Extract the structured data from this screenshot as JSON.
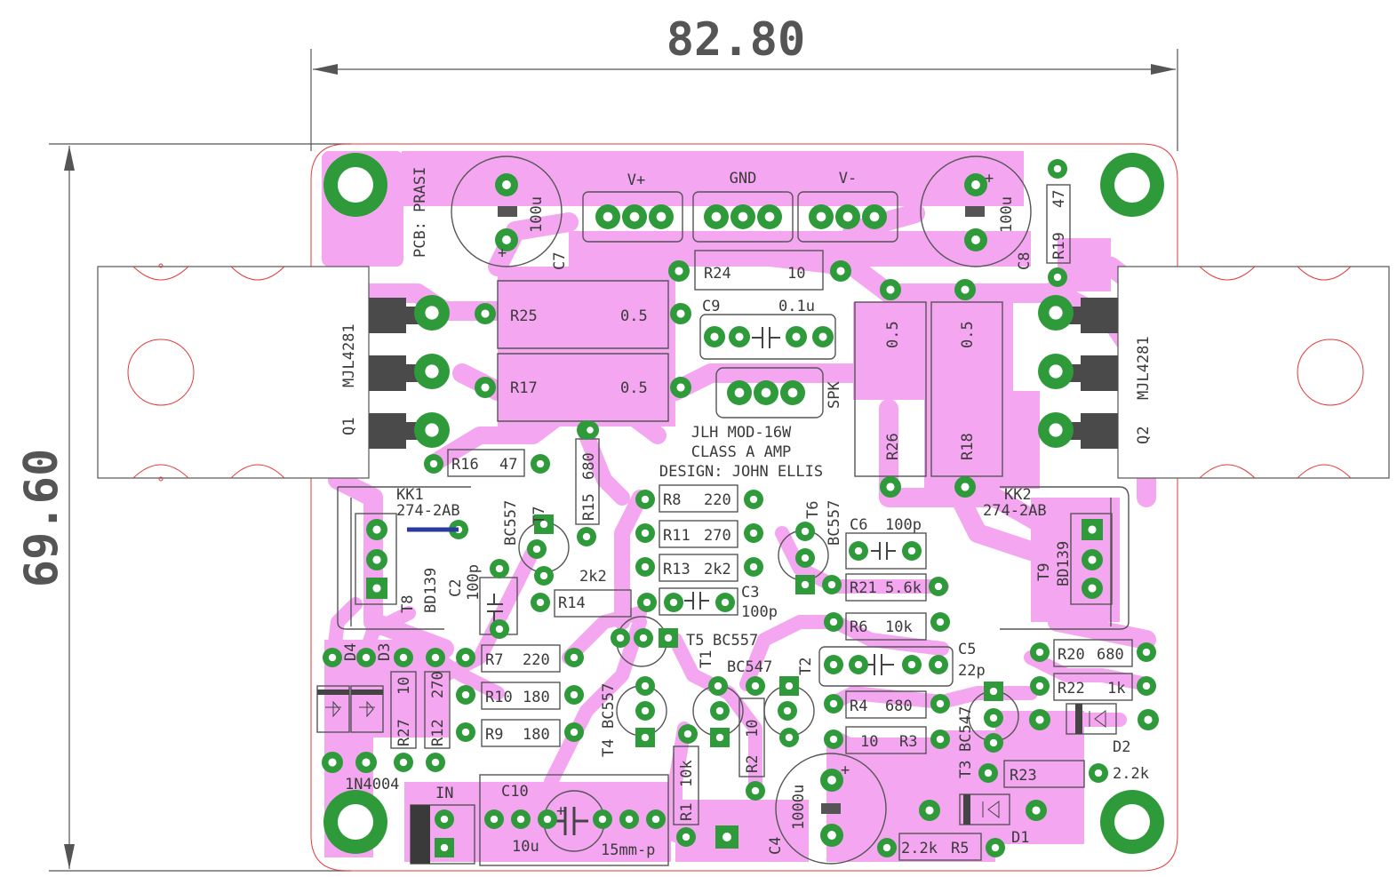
{
  "dimensions": {
    "width_label": "82.80",
    "height_label": "69.60"
  },
  "pcb_credit": "PCB: PRASI",
  "title": {
    "line1": "JLH MOD-16W",
    "line2": "CLASS A AMP",
    "line3": "DESIGN: JOHN ELLIS"
  },
  "power": {
    "vplus": "V+",
    "gnd": "GND",
    "vminus": "V-"
  },
  "connectors": {
    "spk": "SPK",
    "in": "IN"
  },
  "transistors": {
    "q1_ref": "Q1",
    "q1_part": "MJL4281",
    "q2_ref": "Q2",
    "q2_part": "MJL4281",
    "t1": "T1",
    "t1_part": "BC547",
    "t2": "T2",
    "t3": "T3",
    "t3_part": "BC547",
    "t4": "T4",
    "t4_part": "BC557",
    "t5": "T5",
    "t5_part": "BC557",
    "t6": "T6",
    "t6_part": "BC557",
    "t7": "T7",
    "t7_part": "BC557",
    "t8": "T8",
    "t8_part": "BD139",
    "t9": "T9",
    "t9_part": "BD139"
  },
  "heatsinks": {
    "kk1": "KK1",
    "kk1_part": "274-2AB",
    "kk2": "KK2",
    "kk2_part": "274-2AB"
  },
  "resistors": {
    "r1": "R1",
    "r1_val": "10k",
    "r2": "R2",
    "r2_val": "10",
    "r3": "R3",
    "r3_val": "10",
    "r4": "R4",
    "r4_val": "680",
    "r5": "R5",
    "r5_val": "2.2k",
    "r6": "R6",
    "r6_val": "10k",
    "r7": "R7",
    "r7_val": "220",
    "r8": "R8",
    "r8_val": "220",
    "r9": "R9",
    "r9_val": "180",
    "r10": "R10",
    "r10_val": "180",
    "r11": "R11",
    "r11_val": "270",
    "r12": "R12",
    "r12_val": "270",
    "r13": "R13",
    "r13_val": "2k2",
    "r14": "R14",
    "r14_val": "2k2",
    "r15": "R15",
    "r15_val": "680",
    "r16": "R16",
    "r16_val": "47",
    "r17": "R17",
    "r17_val": "0.5",
    "r18": "R18",
    "r18_val": "0.5",
    "r19": "R19",
    "r19_val": "47",
    "r20": "R20",
    "r20_val": "680",
    "r21": "R21",
    "r21_val": "5.6k",
    "r22": "R22",
    "r22_val": "1k",
    "r23": "R23",
    "r23_val": "2.2k",
    "r24": "R24",
    "r24_val": "10",
    "r25": "R25",
    "r25_val": "0.5",
    "r26": "R26",
    "r26_val": "0.5",
    "r27": "R27",
    "r27_val": "10"
  },
  "capacitors": {
    "c2": "C2",
    "c2_val": "100p",
    "c3": "C3",
    "c3_val": "100p",
    "c4": "C4",
    "c4_val": "1000u",
    "c5": "C5",
    "c5_val": "22p",
    "c6": "C6",
    "c6_val": "100p",
    "c7": "C7",
    "c7_val": "100u",
    "c8": "C8",
    "c8_val": "100u",
    "c9": "C9",
    "c9_val": "0.1u",
    "c10": "C10",
    "c10_val": "10u",
    "c10_pkg": "15mm-p"
  },
  "diodes": {
    "d1": "D1",
    "d2": "D2",
    "d3": "D3",
    "d4": "D4",
    "d34_part": "1N4004"
  },
  "plus_sign": "+",
  "colors": {
    "copper": "#f4a6f0",
    "pad": "#2e9a3a",
    "silk": "#3a3a3a",
    "edge": "#e23a3a",
    "dim": "#555555"
  }
}
